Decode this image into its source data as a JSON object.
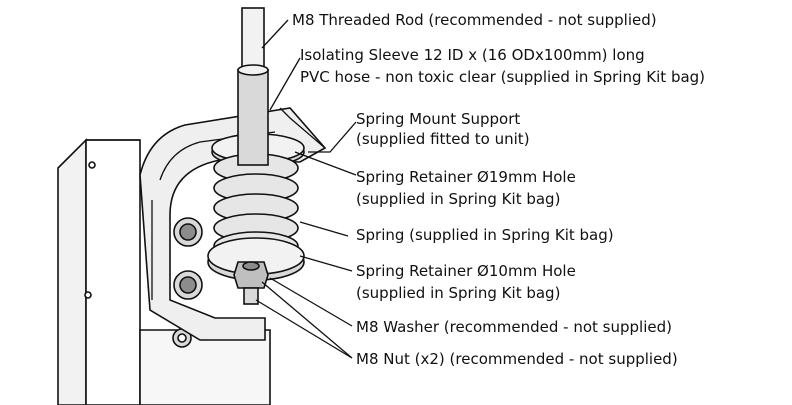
{
  "labels": {
    "threaded_rod": "M8 Threaded Rod (recommended - not supplied)",
    "sleeve_line1": "Isolating Sleeve 12 ID x (16 ODx100mm) long",
    "sleeve_line2": "PVC hose - non toxic clear (supplied in Spring Kit bag)",
    "mount_line1": "Spring Mount Support",
    "mount_line2": "(supplied fitted to unit)",
    "retainer19_line1": "Spring Retainer Ø19mm Hole",
    "retainer19_line2": "(supplied in Spring Kit bag)",
    "spring": "Spring (supplied in Spring Kit bag)",
    "retainer10_line1": "Spring Retainer Ø10mm Hole",
    "retainer10_line2": "(supplied in Spring Kit bag)",
    "washer": "M8 Washer (recommended - not supplied)",
    "nut": "M8 Nut (x2) (recommended - not supplied)"
  },
  "colors": {
    "ink": "#111111",
    "background": "#ffffff",
    "metal_light": "#f2f2f2",
    "metal_mid": "#d9d9d9",
    "metal_dark": "#8c8c8c"
  }
}
